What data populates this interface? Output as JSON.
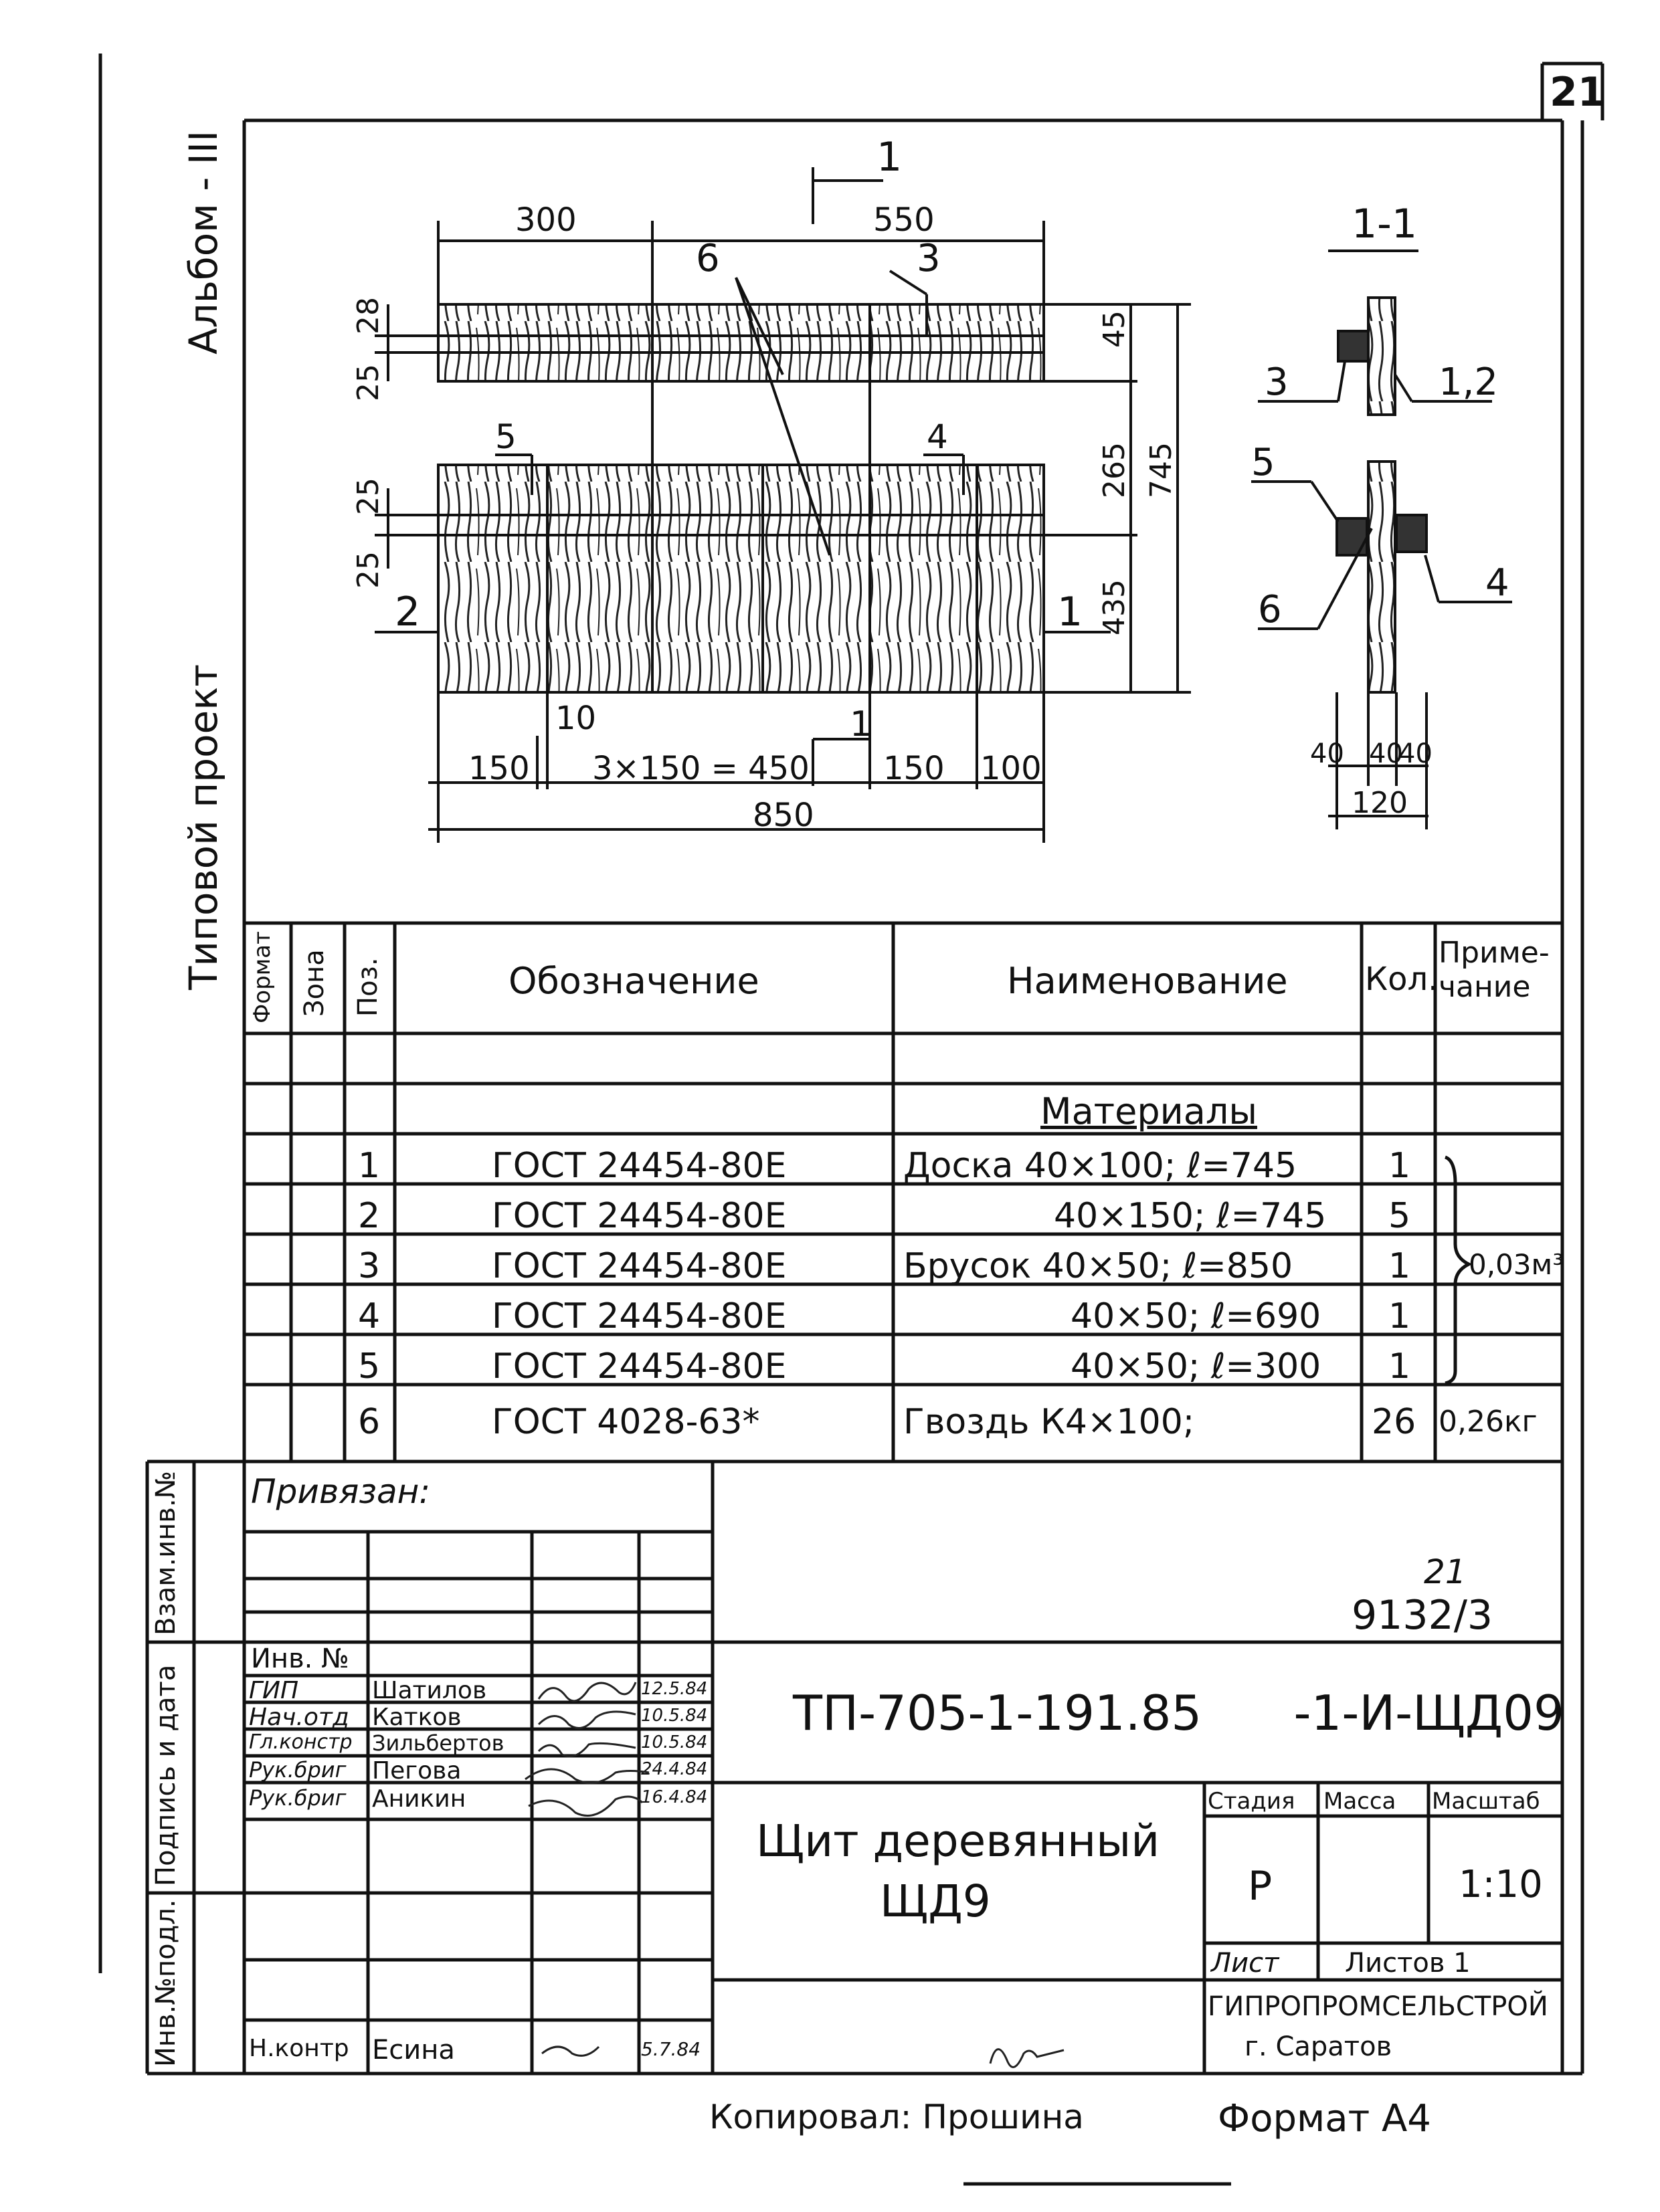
{
  "sheet_number": "21",
  "side": {
    "album": "Альбом - III",
    "project": "Типовой проект"
  },
  "drawing": {
    "top_dims": {
      "left": "300",
      "right": "550"
    },
    "section_marker": "1",
    "section_title": "1-1",
    "left_dims": [
      "28",
      "25",
      "25",
      "25"
    ],
    "right_dims": {
      "d45": "45",
      "d265": "265",
      "d435": "435",
      "d745": "745"
    },
    "labels": {
      "p1": "1",
      "p2": "2",
      "p3": "3",
      "p4": "4",
      "p5": "5",
      "p6": "6"
    },
    "bottom_dims": {
      "d10": "10",
      "d150a": "150",
      "d3x150": "3×150 = 450",
      "d150b": "150",
      "d100": "100",
      "d850": "850"
    },
    "section_labels": {
      "s3": "3",
      "s12": "1,2",
      "s5": "5",
      "s4": "4",
      "s6": "6"
    },
    "section_dims": {
      "a": "40",
      "b": "40",
      "c": "40",
      "total": "120"
    }
  },
  "spec": {
    "headers": {
      "format": "Формат",
      "zone": "Зона",
      "pos": "Поз.",
      "designation": "Обозначение",
      "name": "Наименование",
      "qty": "Кол.",
      "note": "Приме-\nчание"
    },
    "section_title": "Материалы",
    "rows": [
      {
        "pos": "1",
        "designation": "ГОСТ 24454-80Е",
        "name": "Доска 40×100; ℓ=745",
        "qty": "1"
      },
      {
        "pos": "2",
        "designation": "ГОСТ 24454-80Е",
        "name": "40×150; ℓ=745",
        "qty": "5"
      },
      {
        "pos": "3",
        "designation": "ГОСТ 24454-80Е",
        "name": "Брусок 40×50; ℓ=850",
        "qty": "1"
      },
      {
        "pos": "4",
        "designation": "ГОСТ 24454-80Е",
        "name": "40×50; ℓ=690",
        "qty": "1"
      },
      {
        "pos": "5",
        "designation": "ГОСТ 24454-80Е",
        "name": "40×50; ℓ=300",
        "qty": "1"
      },
      {
        "pos": "6",
        "designation": "ГОСТ 4028-63*",
        "name": "Гвоздь К4×100;",
        "qty": "26",
        "note": "0,26кг"
      }
    ],
    "group_note": "0,03м³"
  },
  "title_block": {
    "privyazan": "Привязан:",
    "inv_no": "Инв. №",
    "side_labels": [
      "Взам.инв.№",
      "Подпись и дата",
      "Инв.№подл."
    ],
    "roles": [
      {
        "role": "ГИП",
        "name": "Шатилов",
        "date": "12.5.84"
      },
      {
        "role": "Нач.отд",
        "name": "Катков",
        "date": "10.5.84"
      },
      {
        "role": "Гл.констр",
        "name": "Зильбертов",
        "date": "10.5.84"
      },
      {
        "role": "Рук.бриг",
        "name": "Пегова",
        "date": "24.4.84"
      },
      {
        "role": "Рук.бриг",
        "name": "Аникин",
        "date": "16.4.84"
      }
    ],
    "n_kontr": {
      "role": "Н.контр",
      "name": "Есина",
      "date": "5.7.84"
    },
    "doc_code": "ТП-705-1-191.85      -1-И-ЩД09",
    "album_ref_top": "21",
    "album_ref": "9132/3",
    "title_line1": "Щит деревянный",
    "title_line2": "ЩД9",
    "stage_h": "Стадия",
    "mass_h": "Масса",
    "scale_h": "Масштаб",
    "stage": "Р",
    "scale": "1:10",
    "sheet_h": "Лист",
    "sheets_h": "Листов 1",
    "org": "ГИПРОПРОМСЕЛЬСТРОЙ",
    "city": "г. Саратов"
  },
  "footer": {
    "copied": "Копировал: Прошина",
    "format": "Формат А4"
  }
}
